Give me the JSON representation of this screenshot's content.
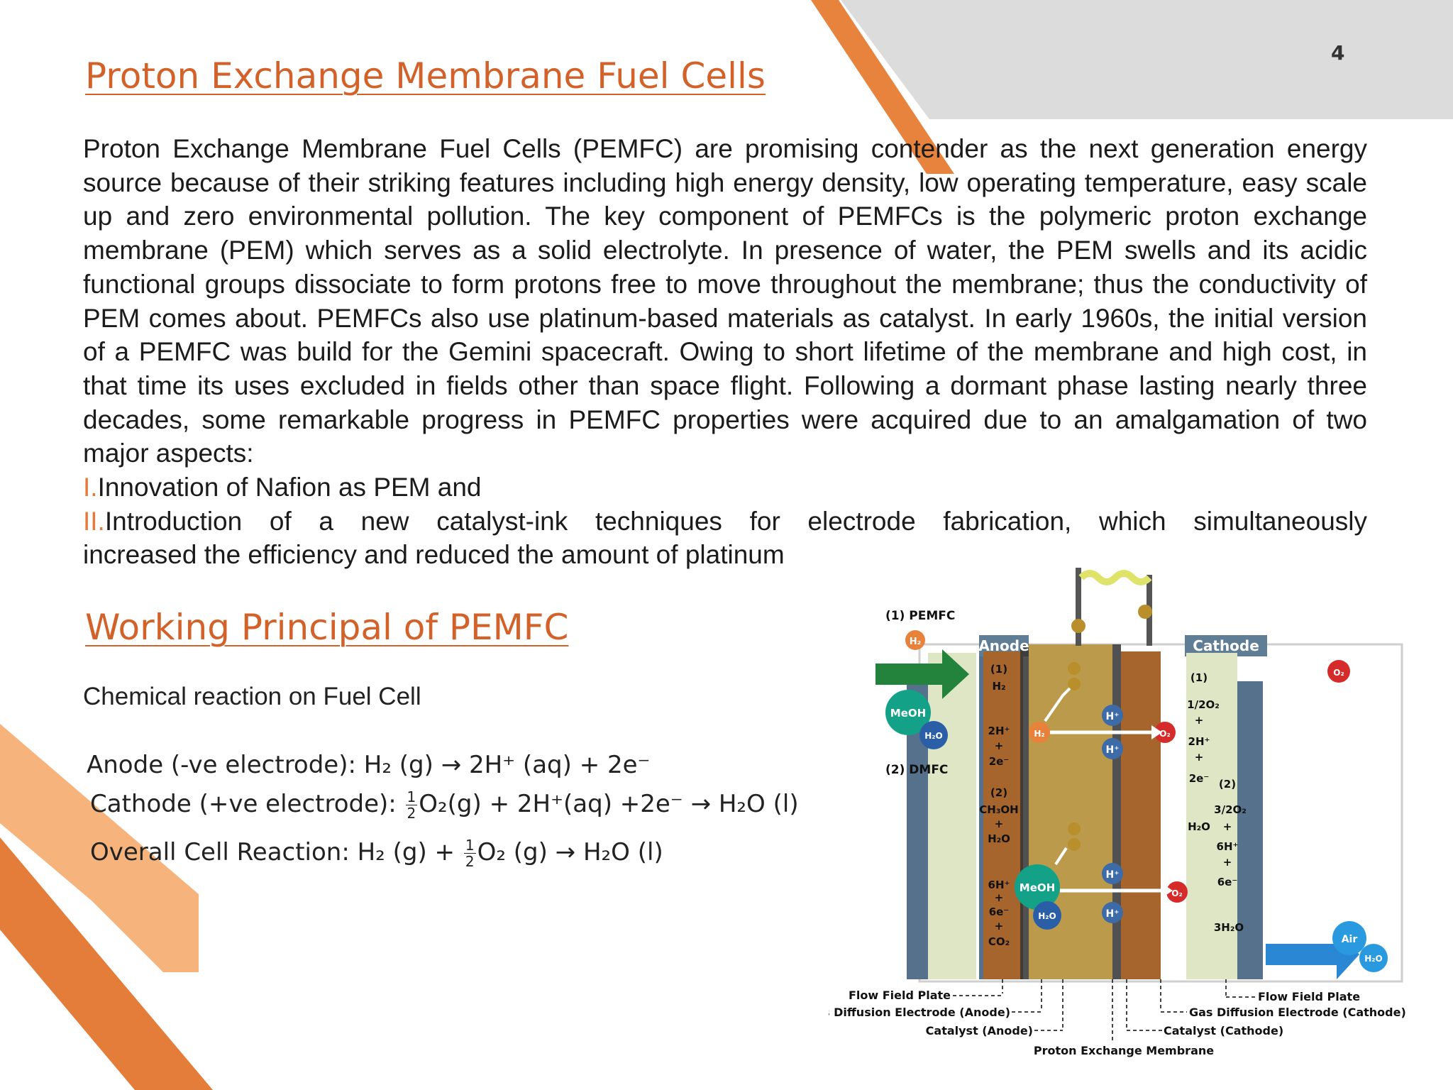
{
  "page_number": "4",
  "heading1": "Proton Exchange Membrane Fuel Cells",
  "paragraph": "Proton Exchange Membrane Fuel Cells (PEMFC) are promising contender as the next generation energy source because of their striking features including high energy density, low operating temperature, easy scale up and zero environmental pollution. The key component of PEMFCs is the polymeric proton exchange membrane (PEM) which serves as a solid electrolyte. In presence of water, the PEM swells and its acidic functional groups dissociate to form protons free to move throughout the membrane; thus the conductivity of PEM comes about. PEMFCs also use platinum-based materials as catalyst. In early 1960s, the initial version of a PEMFC was build for the Gemini spacecraft. Owing to short lifetime of the membrane and high cost, in that time its uses excluded in fields other than space flight. Following a dormant phase lasting nearly three decades, some remarkable progress in PEMFC properties were acquired due to an amalgamation of two major aspects:",
  "list": [
    {
      "num": "I.",
      "text": "Innovation of Nafion as PEM and"
    },
    {
      "num": "II.",
      "text": "Introduction of a new catalyst-ink techniques for electrode fabrication, which simultaneously"
    }
  ],
  "list_continuation": "increased the efficiency and reduced the amount of platinum",
  "heading2": "Working Principal of PEMFC",
  "subheading": "Chemical reaction on Fuel Cell",
  "equations": {
    "anode": {
      "label": "Anode (-ve electrode): ",
      "content": "H₂ (g) → 2H⁺ (aq) + 2e⁻"
    },
    "cathode": {
      "label": "Cathode (+ve electrode): ",
      "half": {
        "n": "1",
        "d": "2"
      },
      "content": "O₂(g) + 2H⁺(aq) +2e⁻ → H₂O (l)"
    },
    "overall": {
      "label": "Overall Cell Reaction: ",
      "pre": "H₂ (g) + ",
      "half": {
        "n": "1",
        "d": "2"
      },
      "content": "O₂ (g) → H₂O (l)"
    }
  },
  "diagram": {
    "pemfc_label": "(1) PEMFC",
    "dmfc_label": "(2) DMFC",
    "anode_label": "Anode",
    "cathode_label": "Cathode",
    "h2": "H₂",
    "o2": "O₂",
    "meoh": "MeOH",
    "h2o": "H₂O",
    "air": "Air",
    "h_plus": "H⁺",
    "e_minus": "e⁻",
    "anode_steps": [
      "(1)",
      "H₂",
      "2H⁺",
      "+",
      "2e⁻",
      "(2)",
      "CH₃OH",
      "+",
      "H₂O",
      "6H⁺",
      "+",
      "6e⁻",
      "+",
      "CO₂"
    ],
    "cathode_steps_1": [
      "(1)",
      "1/2O₂",
      "+",
      "2H⁺",
      "+",
      "2e⁻",
      "H₂O"
    ],
    "cathode_steps_2": [
      "(2)",
      "3/2O₂",
      "+",
      "6H⁺",
      "+",
      "6e⁻",
      "3H₂O"
    ],
    "bottom_labels": {
      "ffp_left": "Flow Field Plate",
      "gde_anode": "Gas Diffusion Electrode (Anode)",
      "cat_anode": "Catalyst (Anode)",
      "pem": "Proton Exchange Membrane",
      "ffp_right": "Flow Field Plate",
      "gde_cathode": "Gas Diffusion Electrode (Cathode)",
      "cat_cathode": "Catalyst (Cathode)"
    }
  }
}
